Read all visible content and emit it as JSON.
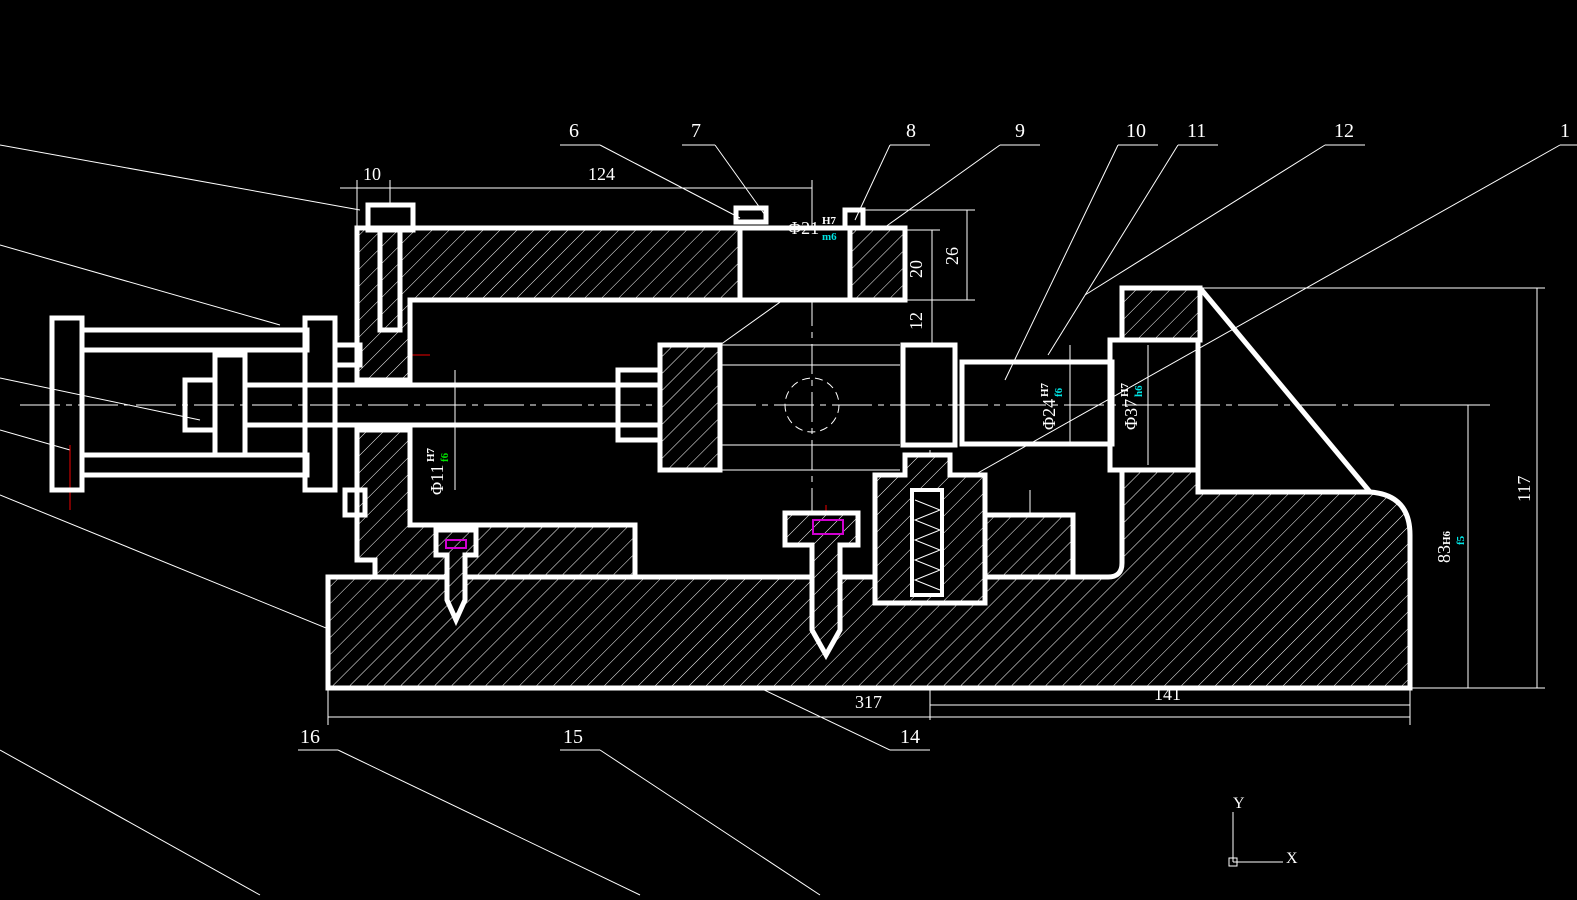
{
  "drawing": {
    "part_labels": [
      "6",
      "7",
      "8",
      "9",
      "10",
      "11",
      "12",
      "1",
      "16",
      "15",
      "14"
    ],
    "dimensions": {
      "d10": "10",
      "d124": "124",
      "d20": "20",
      "d26": "26",
      "d12": "12",
      "d317": "317",
      "d141": "141",
      "d117": "117",
      "phi11": "Φ11",
      "phi21": "Φ21",
      "phi24": "Φ24",
      "phi37": "Φ37",
      "d83": "83"
    },
    "fits": {
      "phi21": {
        "hole": "H7",
        "shaft": "m6"
      },
      "phi11": {
        "hole": "H7",
        "shaft": "f6"
      },
      "phi24": {
        "hole": "H7",
        "shaft": "f6"
      },
      "phi37": {
        "hole": "H7",
        "shaft": "h6"
      },
      "d83": {
        "hole": "H6",
        "shaft": "f5"
      }
    },
    "ucs": {
      "x_label": "X",
      "y_label": "Y"
    },
    "colors": {
      "background": "#000000",
      "lines": "#ffffff",
      "tolerance": "#00e5e5",
      "center": "#e00000",
      "fastener": "#d000d0"
    }
  }
}
